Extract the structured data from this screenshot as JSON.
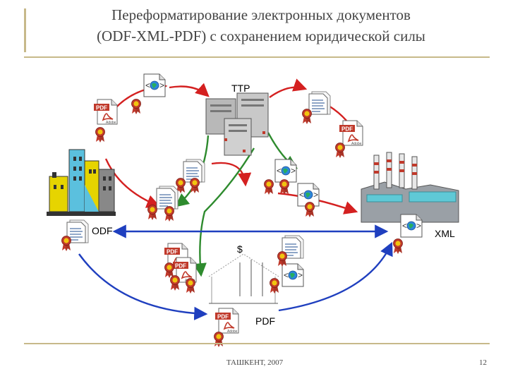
{
  "slide": {
    "title_line1": "Переформатирование электронных документов",
    "title_line2": "(ODF-XML-PDF) с сохранением юридической силы",
    "footer": "ТАШКЕНТ, 2007",
    "page_number": "12"
  },
  "diagram": {
    "nodes": {
      "ttp": "TTP",
      "odf": "ODF",
      "xml": "XML",
      "pdf": "PDF",
      "dollar": "$"
    },
    "icon_labels": {
      "pdf": "PDF",
      "adobe": "Adobe"
    }
  },
  "colors": {
    "red_arrow": "#d42020",
    "green_arrow": "#2e8b2e",
    "blue_arrow": "#1f3fbf",
    "title_text": "#444444",
    "accent_bar": "#c7b98a"
  }
}
